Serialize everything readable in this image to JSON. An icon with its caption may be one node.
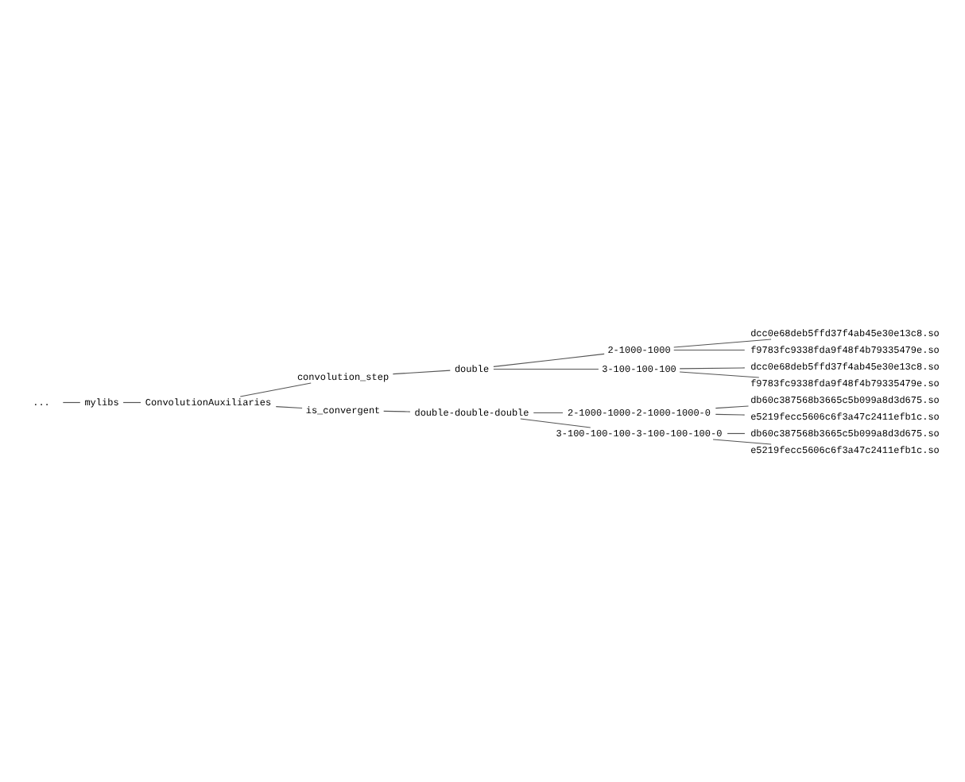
{
  "diagram": {
    "nodes": [
      {
        "text": [
          "..."
        ]
      },
      {
        "text": [
          "mylibs"
        ]
      },
      {
        "text": [
          "ConvolutionAuxiliaries"
        ]
      },
      {
        "text": [
          "convolution_step"
        ]
      },
      {
        "text": [
          "double"
        ]
      },
      {
        "text": [
          "2-1000-1000"
        ]
      },
      {
        "text": [
          "dcc0e68deb5ffd37f4ab45e30e13c8.so"
        ]
      },
      {
        "text": [
          "f9783fc9338fda9f48f4b79335479e.so"
        ]
      },
      {
        "text": [
          "3-100-100-100"
        ]
      },
      {
        "text": [
          "dcc0e68deb5ffd37f4ab45e30e13c8.so"
        ]
      },
      {
        "text": [
          "f9783fc9338fda9f48f4b79335479e.so"
        ]
      },
      {
        "text": [
          "is_convergent"
        ]
      },
      {
        "text": [
          "double-double-double"
        ]
      },
      {
        "text": [
          "2-1000-1000-2-1000-1000-0"
        ]
      },
      {
        "text": [
          "db60c387568b3665c5b099a8d3d675.so"
        ]
      },
      {
        "text": [
          "e5219fecc5606c6f3a47c2411efb1c.so"
        ]
      },
      {
        "text": [
          "3-100-100-100-3-100-100-100-0"
        ]
      },
      {
        "text": [
          "db60c387568b3665c5b099a8d3d675.so"
        ]
      },
      {
        "text": [
          "e5219fecc5606c6f3a47c2411efb1c.so"
        ]
      }
    ],
    "edges": [
      {
        "from": 0,
        "to": 1,
        "arrow": "none"
      },
      {
        "from": 1,
        "to": 2,
        "arrow": "none"
      },
      {
        "from": 2,
        "to": 3,
        "arrow": "none"
      },
      {
        "from": 3,
        "to": 4,
        "arrow": "none"
      },
      {
        "from": 4,
        "to": 5,
        "arrow": "none"
      },
      {
        "from": 5,
        "to": 6,
        "arrow": "none"
      },
      {
        "from": 5,
        "to": 7,
        "arrow": "none"
      },
      {
        "from": 4,
        "to": 8,
        "arrow": "none"
      },
      {
        "from": 8,
        "to": 9,
        "arrow": "none"
      },
      {
        "from": 8,
        "to": 10,
        "arrow": "none"
      },
      {
        "from": 2,
        "to": 11,
        "arrow": "none"
      },
      {
        "from": 11,
        "to": 12,
        "arrow": "none"
      },
      {
        "from": 12,
        "to": 13,
        "arrow": "none"
      },
      {
        "from": 13,
        "to": 14,
        "arrow": "none"
      },
      {
        "from": 13,
        "to": 15,
        "arrow": "none"
      },
      {
        "from": 12,
        "to": 16,
        "arrow": "none"
      },
      {
        "from": 16,
        "to": 17,
        "arrow": "none"
      },
      {
        "from": 16,
        "to": 18,
        "arrow": "none"
      }
    ]
  }
}
